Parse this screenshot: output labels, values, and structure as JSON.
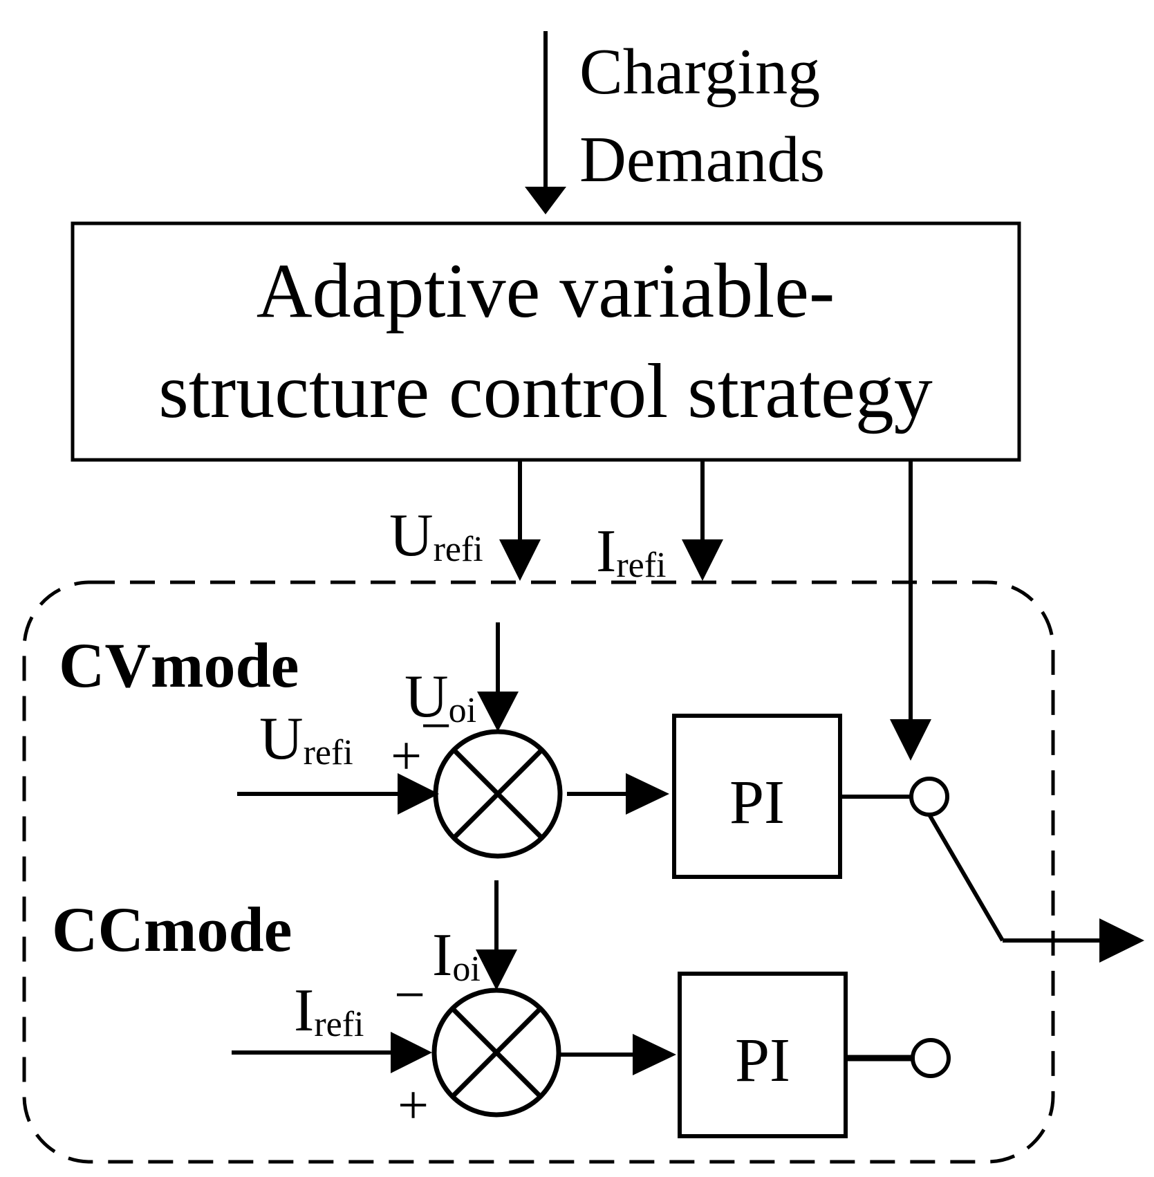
{
  "input": {
    "line1": "Charging",
    "line2": "Demands"
  },
  "controller": {
    "line1": "Adaptive variable-",
    "line2": "structure control strategy"
  },
  "top_signals": {
    "u_ref": {
      "main": "U",
      "sub": "refi"
    },
    "i_ref": {
      "main": "I",
      "sub": "refi"
    }
  },
  "cv_mode": {
    "label": "CVmode",
    "ref": {
      "main": "U",
      "sub": "refi"
    },
    "feedback": {
      "main": "U",
      "sub": "oi"
    },
    "sign_ref": "+",
    "sign_feedback": "−",
    "block": "PI"
  },
  "cc_mode": {
    "label": "CCmode",
    "ref": {
      "main": "I",
      "sub": "refi"
    },
    "feedback": {
      "main": "I",
      "sub": "oi"
    },
    "sign_ref": "+",
    "sign_feedback": "−",
    "block": "PI"
  }
}
